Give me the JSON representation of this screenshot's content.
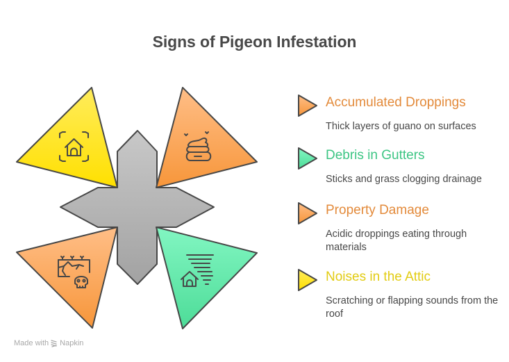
{
  "title": "Signs of Pigeon Infestation",
  "colors": {
    "orange": "#F79B44",
    "orange_text": "#E38A3A",
    "green": "#53E09E",
    "green_text": "#3CC583",
    "yellow": "#FFE000",
    "yellow_text": "#E2CC12",
    "gray": "#B3B3B3",
    "outline": "#474747"
  },
  "segments": [
    {
      "position": "top-left",
      "color": "yellow",
      "icon": "house-inspection-icon"
    },
    {
      "position": "top-right",
      "color": "orange",
      "icon": "droppings-icon"
    },
    {
      "position": "bottom-left",
      "color": "orange",
      "icon": "cracked-wall-skull-icon"
    },
    {
      "position": "bottom-right",
      "color": "green",
      "icon": "house-wind-noise-icon"
    }
  ],
  "items": [
    {
      "heading": "Accumulated Droppings",
      "description": "Thick layers of guano on surfaces",
      "color": "orange"
    },
    {
      "heading": "Debris in Gutters",
      "description": "Sticks and grass clogging drainage",
      "color": "green"
    },
    {
      "heading": "Property Damage",
      "description": "Acidic droppings eating through materials",
      "color": "orange"
    },
    {
      "heading": "Noises in the Attic",
      "description": "Scratching or flapping sounds from the roof",
      "color": "yellow"
    }
  ],
  "footer": {
    "made_with": "Made with",
    "brand": "Napkin"
  }
}
